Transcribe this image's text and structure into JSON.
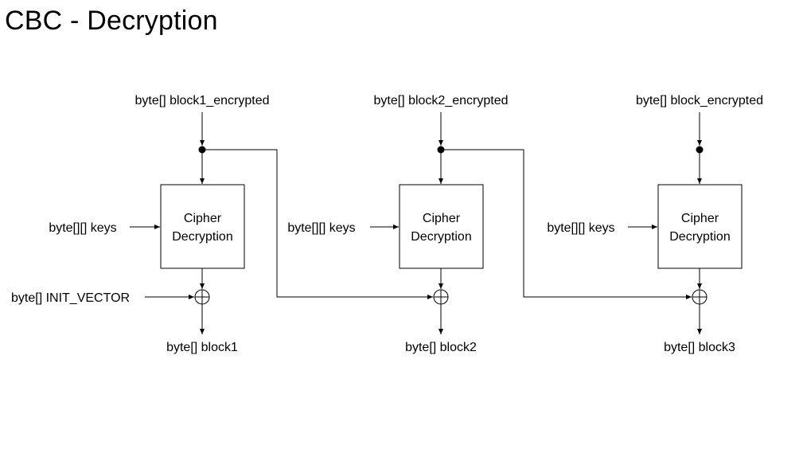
{
  "title": "CBC - Decryption",
  "stages": [
    {
      "input_label": "byte[] block1_encrypted",
      "keys_label": "byte[][] keys",
      "box_line1": "Cipher",
      "box_line2": "Decryption",
      "output_label": "byte[] block1",
      "iv_label": "byte[]  INIT_VECTOR"
    },
    {
      "input_label": "byte[] block2_encrypted",
      "keys_label": "byte[][] keys",
      "box_line1": "Cipher",
      "box_line2": "Decryption",
      "output_label": "byte[] block2"
    },
    {
      "input_label": "byte[] block_encrypted",
      "keys_label": "byte[][] keys",
      "box_line1": "Cipher",
      "box_line2": "Decryption",
      "output_label": "byte[] block3"
    }
  ]
}
